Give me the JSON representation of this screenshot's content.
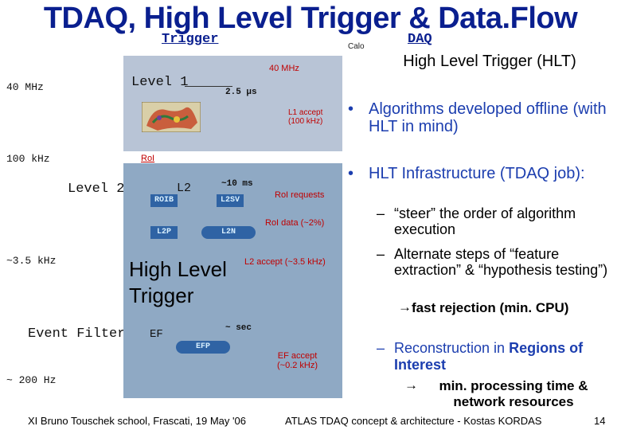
{
  "title": "TDAQ, High Level Trigger & Data.Flow",
  "headers": {
    "trigger": "Trigger",
    "daq": "DAQ",
    "calo": "Calo"
  },
  "left_rates": {
    "r1": "40 MHz",
    "r2": "100 kHz",
    "r3": "~3.5 kHz",
    "r4": "~ 200 Hz"
  },
  "levels": {
    "l1": "Level 1",
    "l2": "Level 2",
    "ef": "Event Filter"
  },
  "diagram": {
    "l1_rate": "40 MHz",
    "l1_latency": "2.5 μs",
    "l1_accept": "L1 accept\n(100 kHz)",
    "roi": "RoI",
    "l2_label": "L2",
    "l2_latency": "~10 ms",
    "roib": "ROIB",
    "l2sv": "L2SV",
    "l2p": "L2P",
    "l2n": "L2N",
    "roi_requests": "RoI requests",
    "roi_data": "RoI data (~2%)",
    "l2_accept": "L2 accept (~3.5 kHz)",
    "hlt_big": "High Level\nTrigger",
    "ef_label": "EF",
    "ef_latency": "~ sec",
    "efp": "EFP",
    "ef_accept": "EF accept\n(~0.2 kHz)"
  },
  "panel": {
    "title": "High Level Trigger (HLT)",
    "b1": "Algorithms developed offline (with HLT in mind)",
    "b2": "HLT Infrastructure (TDAQ job):",
    "s1": "“steer” the order of algorithm execution",
    "s2": "Alternate steps of “feature extraction” & “hypothesis testing”)",
    "r1": "fast rejection (min. CPU)",
    "s3_a": "Reconstruction in ",
    "s3_b": "Regions of Interest",
    "r2": "min. processing time & network resources"
  },
  "footer": {
    "left": "XI Bruno Touschek school, Frascati, 19 May '06",
    "center": "ATLAS TDAQ concept & architecture - Kostas KORDAS",
    "page": "14"
  },
  "colors": {
    "title": "#0a1f8f",
    "l1_box": "#b8c4d6",
    "hlt_box": "#8fa9c4",
    "minibox": "#2f63a4",
    "red": "#c00000",
    "panel_blue": "#1c3eaf"
  }
}
